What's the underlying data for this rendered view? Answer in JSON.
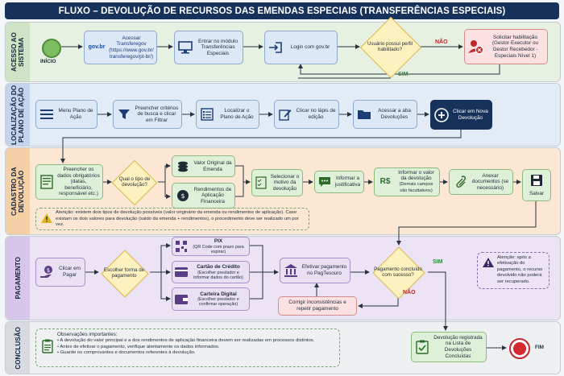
{
  "title": "FLUXO – DEVOLUÇÃO DE RECURSOS DAS EMENDAS ESPECIAIS (TRANSFERÊNCIAS ESPECIAIS)",
  "bands": {
    "acesso": "ACESSO AO SISTEMA",
    "localizacao": "LOCALIZAÇÃO DO PLANO DE AÇÃO",
    "cadastro": "CADASTRO DA DEVOLUÇÃO",
    "pagamento": "PAGAMENTO",
    "conclusao": "CONCLUSÃO"
  },
  "acesso": {
    "inicio": "INÍCIO",
    "govbr_logo": "gov.br",
    "transferegov": "Acessar Transferegov (https://www.gov.br/ transferegov/pt-br/)",
    "modulo": "Entrar no módulo Transferências Especiais",
    "login": "Login com gov.br",
    "decisao": "Usuário possui perfil habilitado?",
    "nao": "NÃO",
    "sim": "SIM",
    "habilitacao": "Solicitar habilitação (Gestor Executor ou Gestor Recebedor - Especiais Nível 1)"
  },
  "localizacao": {
    "menu": "Menu Plano de Ação",
    "filtros": "Preencher critérios de busca e clicar em Filtrar",
    "localizar": "Localizar o Plano de Ação",
    "lapis": "Clicar no lápis de edição",
    "aba": "Acessar a aba Devoluções",
    "nova": "Clicar em Nova Devolução"
  },
  "cadastro": {
    "dados": "Preencher os dados obrigatórios (datas, beneficiário, responsável etc.)",
    "tipo": "Qual o tipo de devolução?",
    "valor_original": "Valor Original da Emenda",
    "rendimentos": "Rendimentos de Aplicação Financeira",
    "motivo": "Selecionar o motivo da devolução",
    "justificativa": "Informar a justificativa",
    "valor": "Informar o valor da devolução",
    "valor_sub": "(Demais campos são facultativos)",
    "currency": "R$",
    "anexar": "Anexar documentos (se necessário)",
    "salvar": "Salvar",
    "atencao": "Atenção: existem dois tipos de devolução possíveis (valor originário da emenda ou rendimentos de aplicação). Caso existam os dois valores para devolução (saldo da emenda + rendimentos), o procedimento deve ser realizado um por vez."
  },
  "pagamento": {
    "pagar": "Clicar em Pagar",
    "forma": "Escolher forma de pagamento",
    "pix": "PIX",
    "pix_sub": "(QR Code com prazo para expirar)",
    "cartao": "Cartão de Crédito",
    "cartao_sub": "(Escolher prestador e informar dados do cartão)",
    "carteira": "Carteira Digital",
    "carteira_sub": "(Escolher prestador e confirmar operação)",
    "efetivar": "Efetivar pagamento no PagTesouro",
    "concluido": "Pagamento concluído com sucesso?",
    "sim": "SIM",
    "nao": "NÃO",
    "corrigir": "Corrigir inconsistências e repetir pagamento",
    "atencao": "Atenção: após a efetivação do pagamento, o recurso devolvido não poderá ser recuperado."
  },
  "conclusao": {
    "obs_title": "Observações importantes:",
    "obs": [
      "• A devolução do valor principal e a dos rendimentos de aplicação financeira devem ser realizadas em processos distintos.",
      "• Antes de efetivar o pagamento, verifique atentamente os dados informados.",
      "• Guarde os comprovantes e documentos referentes à devolução."
    ],
    "registrada": "Devolução registrada na Lista de Devoluções Concluídas",
    "fim": "FIM"
  },
  "colors": {
    "navy": "#16315a",
    "band_green": "#e7f1e2",
    "band_blue": "#e3ebf6",
    "band_orange": "#fbe7d3",
    "band_purple": "#ece3f4",
    "band_gray": "#eef0f2",
    "yes_green": "#2f8a3a",
    "no_red": "#c0282d"
  },
  "icons": [
    "flag-icon",
    "govbr-logo",
    "monitor-icon",
    "login-icon",
    "user-blocked-icon",
    "menu-icon",
    "filter-icon",
    "list-icon",
    "edit-icon",
    "folder-icon",
    "plus-icon",
    "form-icon",
    "coins-icon",
    "money-icon",
    "checklist-icon",
    "chat-icon",
    "paperclip-icon",
    "save-icon",
    "warning-icon",
    "hand-coin-icon",
    "qr-icon",
    "card-icon",
    "wallet-icon",
    "bank-icon",
    "clipboard-icon",
    "stop-icon"
  ]
}
